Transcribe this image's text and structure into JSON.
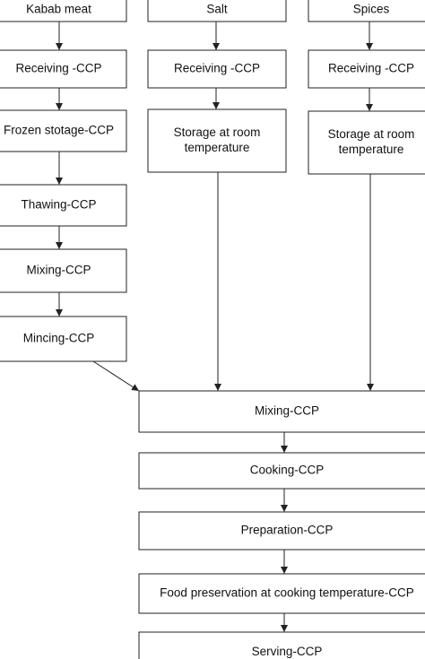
{
  "nodes": [
    {
      "id": "kabab_meat",
      "label": "Kabab meat"
    },
    {
      "id": "salt",
      "label": "Salt"
    },
    {
      "id": "spices",
      "label": "Spices"
    },
    {
      "id": "recv1",
      "label": "Receiving -CCP"
    },
    {
      "id": "recv2",
      "label": "Receiving -CCP"
    },
    {
      "id": "recv3",
      "label": "Receiving -CCP"
    },
    {
      "id": "frozen",
      "label": "Frozen stotage-CCP"
    },
    {
      "id": "storage_salt",
      "label": "Storage at room\ntemperature"
    },
    {
      "id": "storage_spices",
      "label": "Storage at room\ntemperature"
    },
    {
      "id": "thawing",
      "label": "Thawing-CCP"
    },
    {
      "id": "mixing1",
      "label": "Mixing-CCP"
    },
    {
      "id": "mincing",
      "label": "Mincing-CCP"
    },
    {
      "id": "mixing2",
      "label": "Mixing-CCP"
    },
    {
      "id": "cooking",
      "label": "Cooking-CCP"
    },
    {
      "id": "preparation",
      "label": "Preparation-CCP"
    },
    {
      "id": "preservation",
      "label": "Food preservation at cooking temperature-CCP"
    },
    {
      "id": "serving",
      "label": "Serving-CCP"
    }
  ],
  "edges": [
    {
      "from": "kabab_meat",
      "to": "recv1"
    },
    {
      "from": "salt",
      "to": "recv2"
    },
    {
      "from": "spices",
      "to": "recv3"
    },
    {
      "from": "recv1",
      "to": "frozen"
    },
    {
      "from": "recv2",
      "to": "storage_salt"
    },
    {
      "from": "recv3",
      "to": "storage_spices"
    },
    {
      "from": "frozen",
      "to": "thawing"
    },
    {
      "from": "thawing",
      "to": "mixing1"
    },
    {
      "from": "mixing1",
      "to": "mincing"
    },
    {
      "from": "mincing",
      "to": "mixing2"
    },
    {
      "from": "storage_salt",
      "to": "mixing2"
    },
    {
      "from": "storage_spices",
      "to": "mixing2"
    },
    {
      "from": "mixing2",
      "to": "cooking"
    },
    {
      "from": "cooking",
      "to": "preparation"
    },
    {
      "from": "preparation",
      "to": "preservation"
    },
    {
      "from": "preservation",
      "to": "serving"
    }
  ]
}
